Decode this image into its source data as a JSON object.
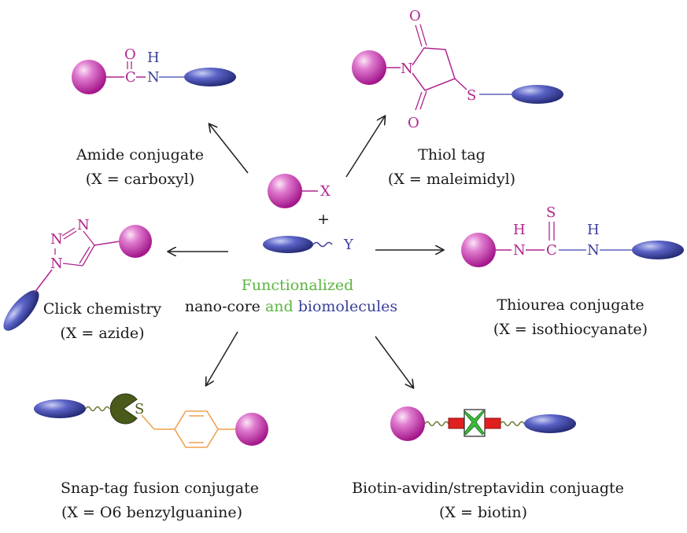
{
  "center": {
    "x_label": "X",
    "plus": "+",
    "y_label": "Y",
    "line1": "Functionalized",
    "line2_part1": "nano-core ",
    "line2_part2": "and ",
    "line2_part3": "biomolecules"
  },
  "amide": {
    "caption": "Amide conjugate",
    "x_desc": "(X = carboxyl)",
    "atoms": {
      "o": "O",
      "c": "C",
      "h": "H",
      "n": "N"
    }
  },
  "thiol": {
    "caption": "Thiol tag",
    "x_desc": "(X = maleimidyl)",
    "atoms": {
      "o_top": "O",
      "o_bottom": "O",
      "n": "N",
      "s": "S"
    }
  },
  "click": {
    "caption": "Click chemistry",
    "x_desc": "(X = azide)",
    "atoms": {
      "n1": "N",
      "n2": "N",
      "n3": "N"
    }
  },
  "thiourea": {
    "caption": "Thiourea conjugate",
    "x_desc": "(X = isothiocyanate)",
    "atoms": {
      "s": "S",
      "h1": "H",
      "n1": "N",
      "c": "C",
      "h2": "H",
      "n2": "N"
    }
  },
  "snap": {
    "caption": "Snap-tag fusion conjugate",
    "x_desc": "(X = O6 benzylguanine)",
    "atoms": {
      "s": "S"
    }
  },
  "biotin": {
    "caption": "Biotin-avidin/streptavidin conjuagte",
    "x_desc": "(X = biotin)"
  },
  "colors": {
    "nanocore": "#c23aa6",
    "biomolecule": "#3b3f9a",
    "bond_magenta": "#b0258e",
    "bond_blue": "#5b63b8",
    "benzyl": "#f0a050",
    "snap_protein": "#4a5a1a",
    "linker": "#6a7a30",
    "avidin_green": "#3cb83c",
    "biotin_red": "#e02020"
  }
}
